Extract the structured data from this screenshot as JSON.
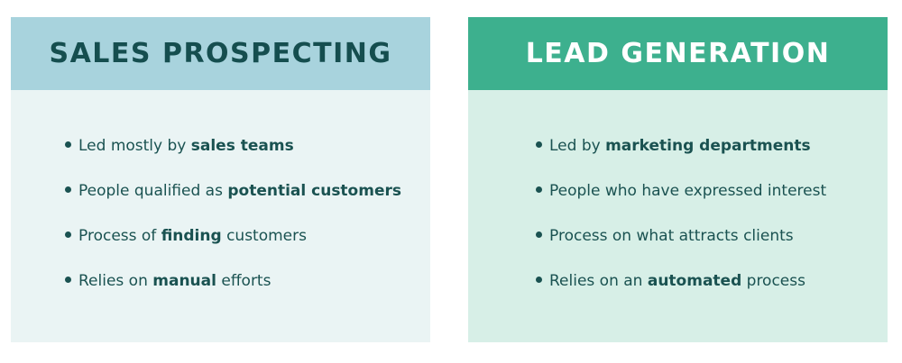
{
  "left_card": {
    "title": "SALES PROSPECTING",
    "items": [
      {
        "pre": "Led mostly by ",
        "bold": "sales teams",
        "post": ""
      },
      {
        "pre": "People qualified as ",
        "bold": "potential customers",
        "post": ""
      },
      {
        "pre": "Process of ",
        "bold": "finding",
        "post": " customers"
      },
      {
        "pre": "Relies on ",
        "bold": "manual",
        "post": " efforts"
      }
    ]
  },
  "right_card": {
    "title": "LEAD GENERATION",
    "items": [
      {
        "pre": "Led by ",
        "bold": "marketing departments",
        "post": ""
      },
      {
        "pre": "People who have expressed interest",
        "bold": "",
        "post": ""
      },
      {
        "pre": "Process on what attracts clients",
        "bold": "",
        "post": ""
      },
      {
        "pre": "Relies on an ",
        "bold": "automated",
        "post": " process"
      }
    ]
  },
  "colors": {
    "left_header_bg": "#a8d3dd",
    "left_body_bg": "#eaf4f4",
    "right_header_bg": "#3db08e",
    "right_body_bg": "#d7efe7",
    "text_dark": "#1a5251"
  }
}
